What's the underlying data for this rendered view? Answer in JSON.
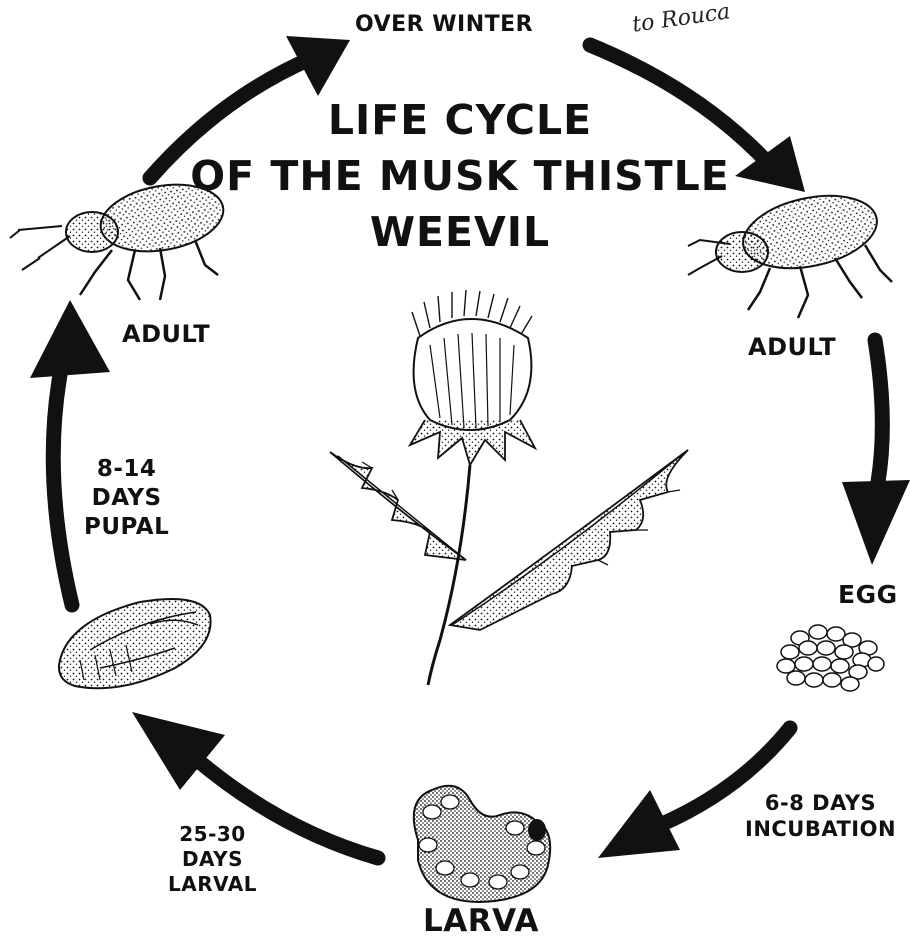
{
  "title": {
    "line1": "LIFE CYCLE",
    "line2": "OF THE MUSK THISTLE",
    "line3": "WEEVIL"
  },
  "handwritten_note": "to Rouca",
  "stages": {
    "over_winter": "OVER WINTER",
    "adult_left": "ADULT",
    "adult_right": "ADULT",
    "egg": "EGG",
    "larva": "LARVA"
  },
  "durations": {
    "incubation": [
      "6-8 DAYS",
      "INCUBATION"
    ],
    "larval": [
      "25-30",
      "DAYS",
      "LARVAL"
    ],
    "pupal": [
      "8-14",
      "DAYS",
      "PUPAL"
    ]
  },
  "colors": {
    "ink": "#111111",
    "background": "#ffffff"
  }
}
